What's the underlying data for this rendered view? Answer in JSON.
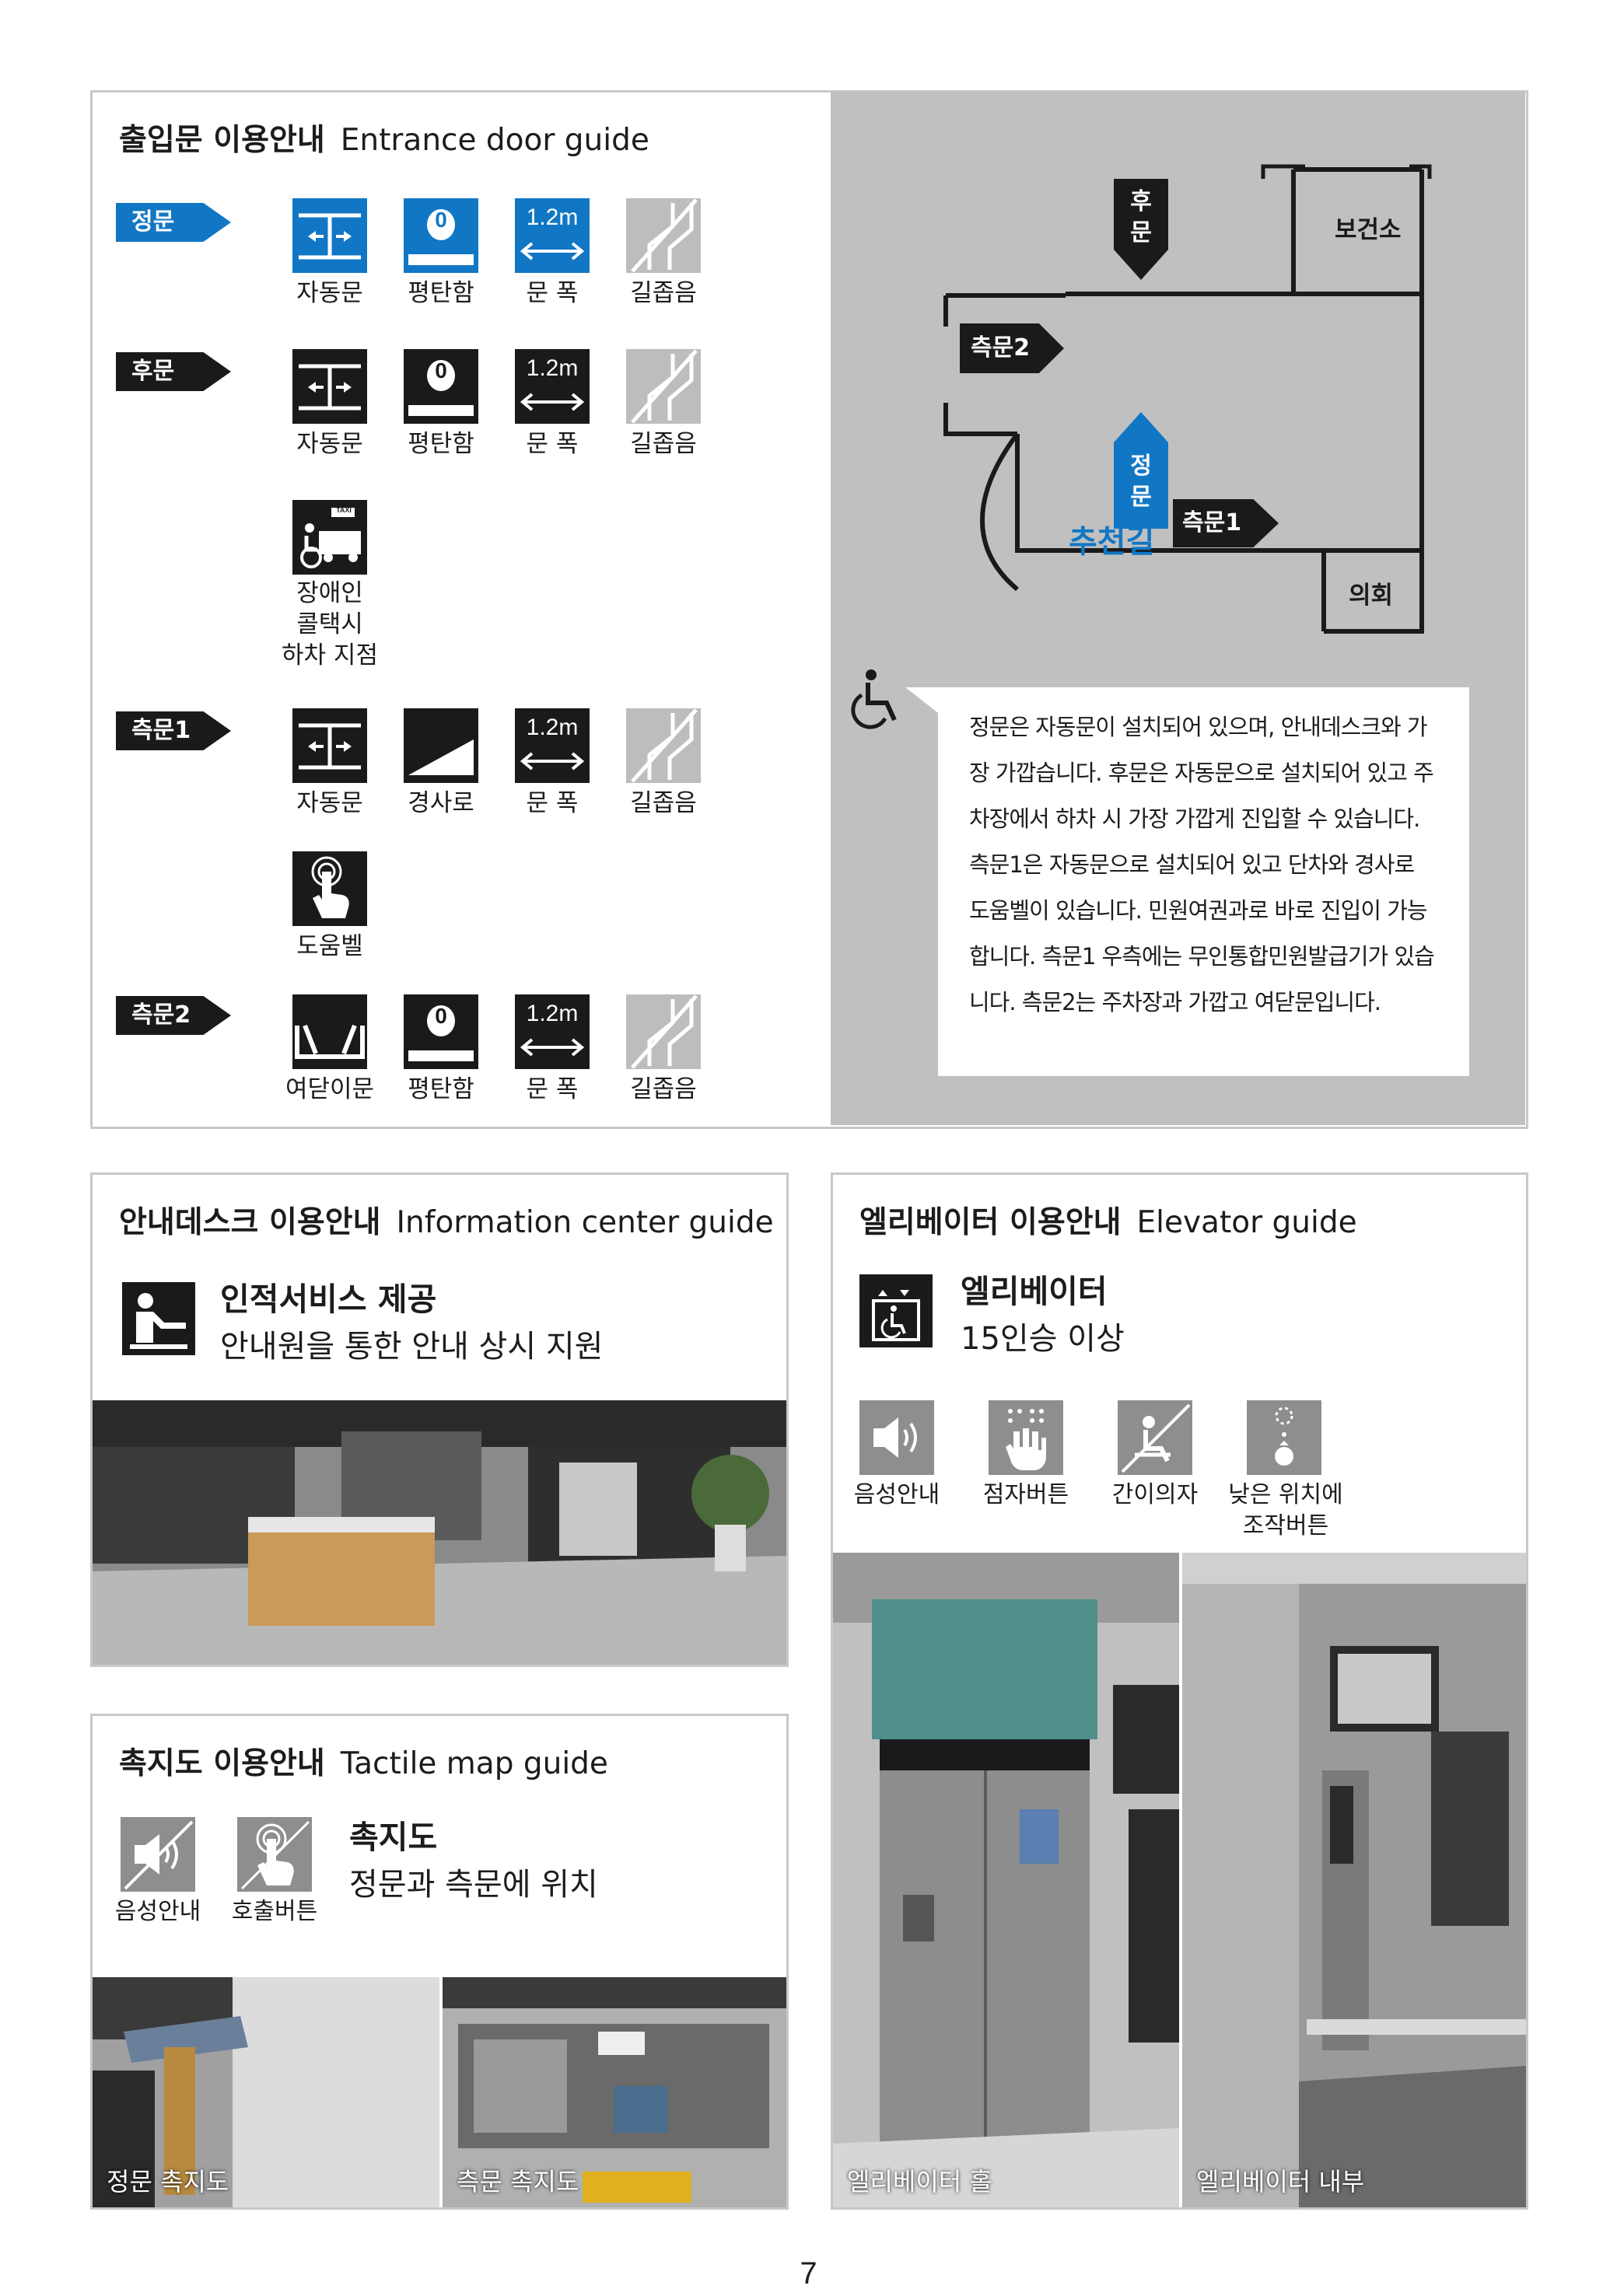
{
  "entrance": {
    "title_ko": "출입문 이용안내",
    "title_en": "Entrance door guide",
    "rows": [
      {
        "tag": "정문",
        "items": [
          "자동문",
          "평탄함",
          "문 폭",
          "길좁음"
        ]
      },
      {
        "tag": "후문",
        "items": [
          "자동문",
          "평탄함",
          "문 폭",
          "길좁음"
        ],
        "extra": "장애인\n콜택시\n하차 지점"
      },
      {
        "tag": "측문1",
        "items": [
          "자동문",
          "경사로",
          "문 폭",
          "길좁음"
        ],
        "extra": "도움벨"
      },
      {
        "tag": "측문2",
        "items": [
          "여닫이문",
          "평탄함",
          "문 폭",
          "길좁음"
        ]
      }
    ],
    "flat_icon_text": "0",
    "width_icon_text": "1.2m",
    "taxi_text": "TAXI",
    "map": {
      "back_door": "후\n문",
      "side2": "측문2",
      "front_door": "정\n문",
      "route": "추천길",
      "side1": "측문1",
      "room_health": "보건소",
      "room_council": "의회",
      "note": "정문은 자동문이 설치되어 있으며, 안내데스크와 가장 가깝습니다. 후문은 자동문으로 설치되어 있고 주차장에서 하차 시 가장 가깝게 진입할 수 있습니다. 측문1은 자동문으로 설치되어 있고 단차와 경사로 도움벨이 있습니다. 민원여권과로 바로 진입이 가능합니다. 측문1 우측에는 무인통합민원발급기가 있습니다. 측문2는 주차장과 가깝고 여닫문입니다."
    }
  },
  "info_desk": {
    "title_ko": "안내데스크 이용안내",
    "title_en": "Information center guide",
    "heading": "인적서비스 제공",
    "desc": "안내원을 통한 안내 상시 지원"
  },
  "tactile": {
    "title_ko": "촉지도 이용안내",
    "title_en": "Tactile map guide",
    "icons": [
      "음성안내",
      "호출버튼"
    ],
    "heading": "촉지도",
    "desc": "정문과 측문에 위치",
    "photo1_caption": "정문 촉지도",
    "photo2_caption": "측문 촉지도"
  },
  "elevator": {
    "title_ko": "엘리베이터 이용안내",
    "title_en": "Elevator guide",
    "heading": "엘리베이터",
    "desc": "15인승 이상",
    "icons": [
      "음성안내",
      "점자버튼",
      "간이의자",
      "낮은 위치에\n조작버튼"
    ],
    "photo1_caption": "엘리베이터 홀",
    "photo2_caption": "엘리베이터 내부"
  },
  "page_number": "7",
  "colors": {
    "accent": "#1177c5",
    "dark": "#1a1a1a",
    "panel_border": "#c8c8c8",
    "map_bg": "#c0c0c0"
  }
}
